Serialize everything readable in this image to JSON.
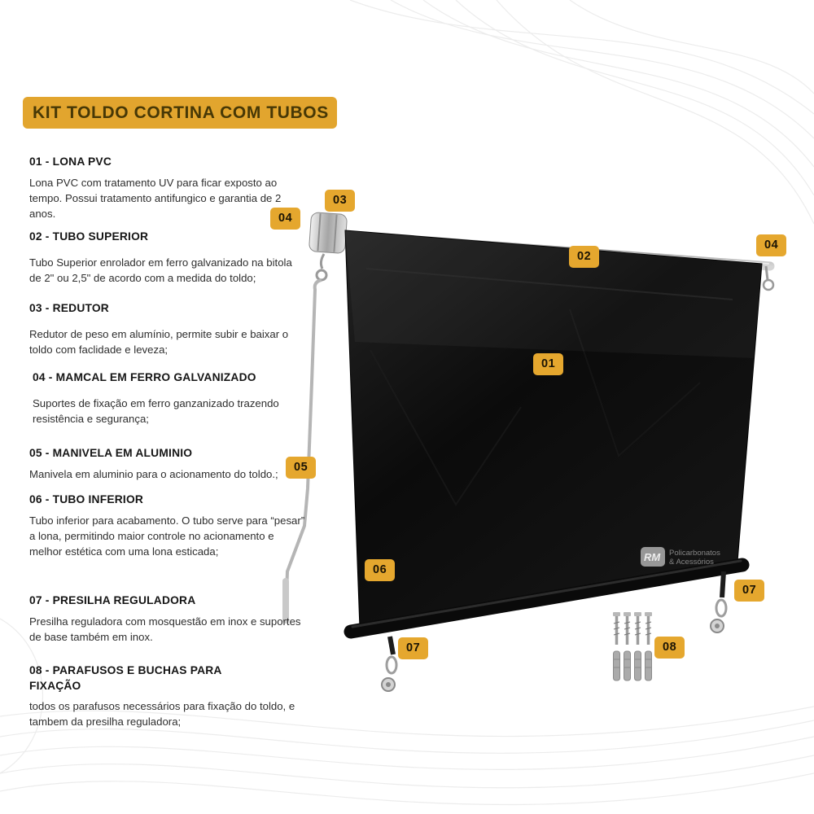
{
  "title": "KIT TOLDO CORTINA COM TUBOS",
  "sections": [
    {
      "heading": "01 - LONA PVC",
      "body": "Lona PVC com tratamento UV para ficar exposto ao tempo. Possui tratamento antifungico e garantia de 2 anos."
    },
    {
      "heading": "02 - TUBO SUPERIOR",
      "body": "Tubo Superior enrolador em ferro galvanizado na bitola de 2\" ou 2,5\" de acordo com a medida do toldo;"
    },
    {
      "heading": "03 - REDUTOR",
      "body": "Redutor de peso em alumínio, permite subir e baixar o toldo com faclidade e leveza;"
    },
    {
      "heading": "04 - MAMCAL  EM FERRO GALVANIZADO",
      "body": "Suportes de fixação em ferro ganzanizado trazendo resistência e segurança;"
    },
    {
      "heading": "05 - MANIVELA EM ALUMINIO",
      "body": "Manivela em aluminio para o acionamento do toldo.;"
    },
    {
      "heading": "06 - TUBO INFERIOR",
      "body": "Tubo inferior para acabamento. O tubo serve para “pesar” a lona, permitindo maior controle no acionamento e melhor estética com uma lona esticada;"
    },
    {
      "heading": "07 - PRESILHA REGULADORA",
      "body": "Presilha reguladora com mosquestão em inox e suportes de base também em inox."
    },
    {
      "heading": "08 - PARAFUSOS E BUCHAS PARA FIXAÇÃO",
      "body": "todos os parafusos necessários para fixação do toldo, e tambem da presilha reguladora;"
    }
  ],
  "badges": [
    "03",
    "04",
    "02",
    "04",
    "01",
    "05",
    "06",
    "07",
    "07",
    "08"
  ],
  "logo": {
    "initials": "RM",
    "line1": "Policarbonatos",
    "line2": "& Acessórios"
  },
  "colors": {
    "accent": "#E2A52E",
    "badge_text": "#1b1405",
    "canvas_black": "#0d0d0d"
  }
}
